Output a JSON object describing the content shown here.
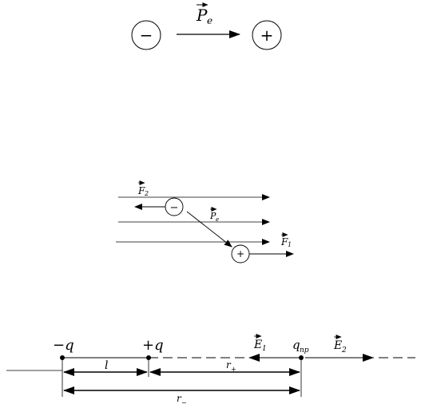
{
  "dipole": {
    "vector_label": "P",
    "vector_sub": "e",
    "neg_sign": "−",
    "pos_sign": "+"
  },
  "field": {
    "f2_label": "F",
    "f2_sub": "2",
    "p_label": "P",
    "p_sub": "e",
    "f1_label": "F",
    "f1_sub": "1",
    "neg_sign": "−",
    "pos_sign": "+"
  },
  "axis": {
    "neg_charge": "−q",
    "pos_charge": "+q",
    "e1_label": "E",
    "e1_sub": "1",
    "q_label": "q",
    "q_sub": "пр",
    "e2_label": "E",
    "e2_sub": "2",
    "l_label": "l",
    "r_plus_label": "r",
    "r_plus_sub": "+",
    "r_minus_label": "r",
    "r_minus_sub": "−"
  },
  "colors": {
    "ink": "#000000",
    "background": "#ffffff"
  }
}
